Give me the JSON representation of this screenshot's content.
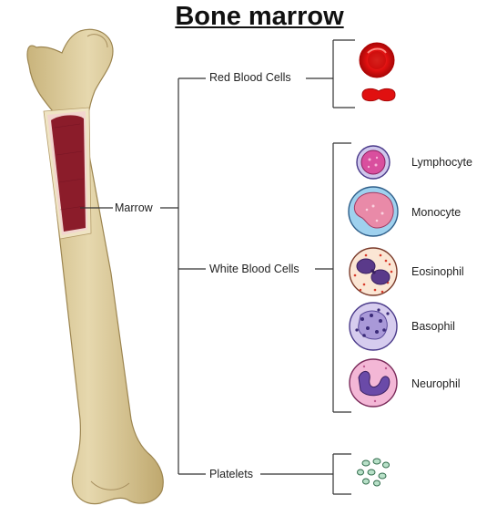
{
  "title": "Bone marrow",
  "labels": {
    "marrow": "Marrow",
    "red_blood_cells": "Red Blood Cells",
    "white_blood_cells": "White Blood Cells",
    "platelets": "Platelets"
  },
  "white_cells": [
    "Lymphocyte",
    "Monocyte",
    "Eosinophil",
    "Basophil",
    "Neurophil"
  ],
  "colors": {
    "bone": "#d8c89a",
    "marrow": "#8b1c2a",
    "red_cell": "#e01010",
    "line": "#333333"
  }
}
